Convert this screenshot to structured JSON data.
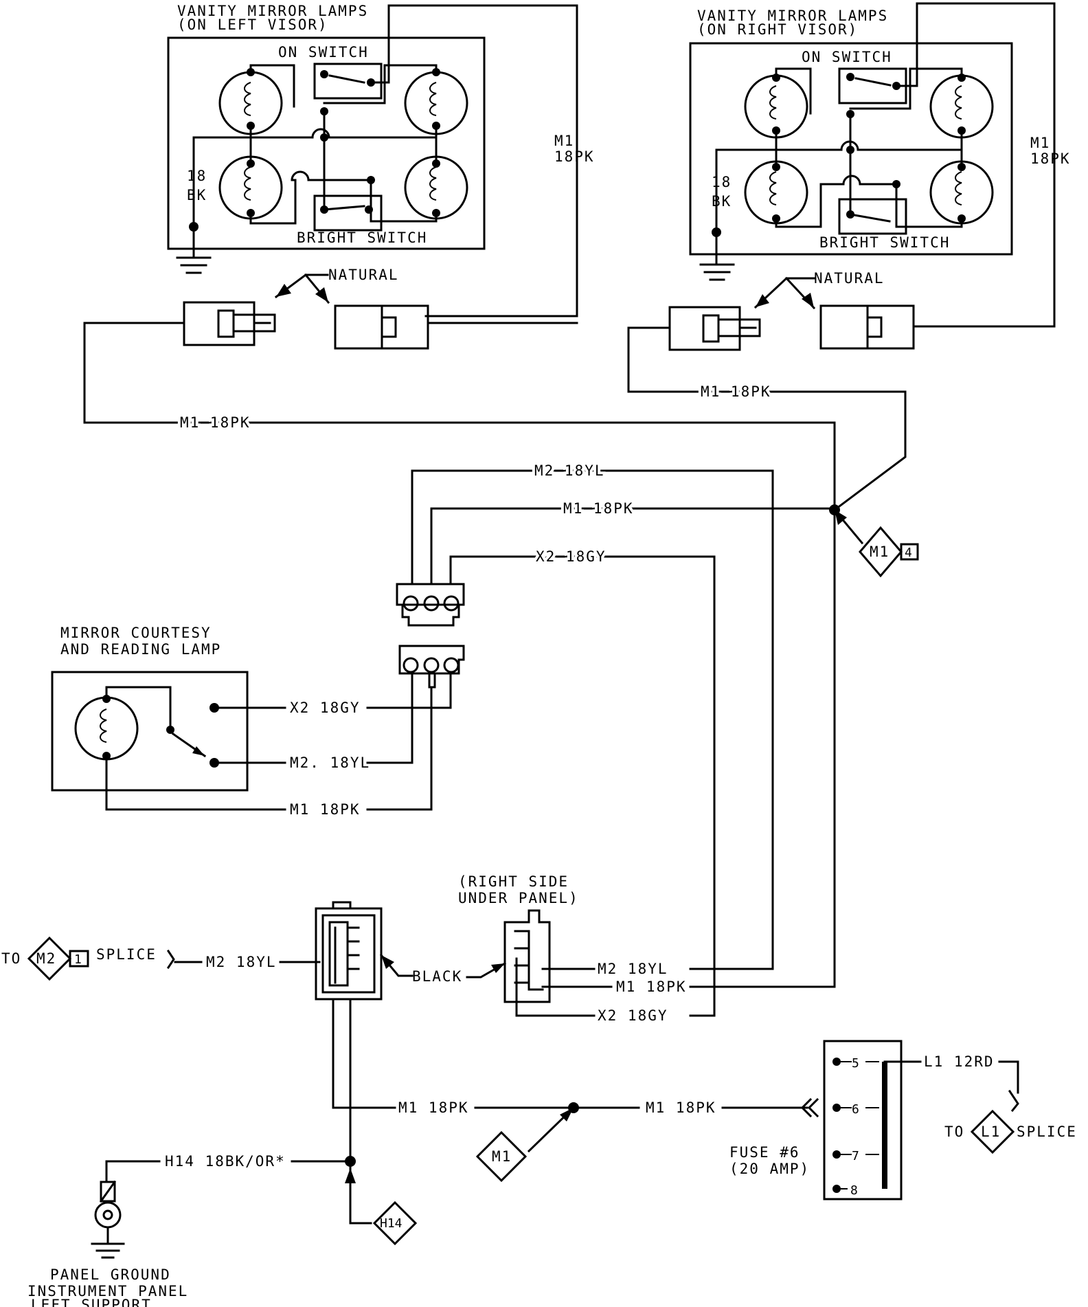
{
  "labels": {
    "left_visor_title1": "VANITY MIRROR LAMPS",
    "left_visor_title2": "(ON LEFT VISOR)",
    "right_visor_title1": "VANITY MIRROR LAMPS",
    "right_visor_title2": "(ON RIGHT VISOR)",
    "on_switch": "ON SWITCH",
    "bright_switch": "BRIGHT SWITCH",
    "ground_wire_1": "18",
    "ground_wire_2": "BK",
    "natural": "NATURAL",
    "m1_v1": "M1",
    "m1_v2": "18PK",
    "m1_18pk": "M1  18PK",
    "m2_18yl": "M2  18YL",
    "x2_18gy": "X2  18GY",
    "m2_18yl_alt": "M2. 18YL",
    "m1_conn": "M1",
    "m1_conn_num": "4",
    "courtesy_title1": "MIRROR COURTESY",
    "courtesy_title2": "AND READING LAMP",
    "right_side_1": "(RIGHT SIDE",
    "right_side_2": "UNDER PANEL)",
    "to": "TO",
    "m2_conn": "M2",
    "m2_conn_num": "1",
    "splice": "SPLICE",
    "black": "BLACK",
    "l1_12rd": "L1  12RD",
    "l1_conn": "L1",
    "h14_wire": "H14  18BK/OR*",
    "h14_conn": "H14",
    "fuse_1": "FUSE #6",
    "fuse_2": "(20 AMP)",
    "fuse_5": "5",
    "fuse_6": "6",
    "fuse_7": "7",
    "fuse_8": "8",
    "ground_1": "PANEL GROUND",
    "ground_2": "INSTRUMENT PANEL",
    "ground_3": "LEFT SUPPORT"
  }
}
